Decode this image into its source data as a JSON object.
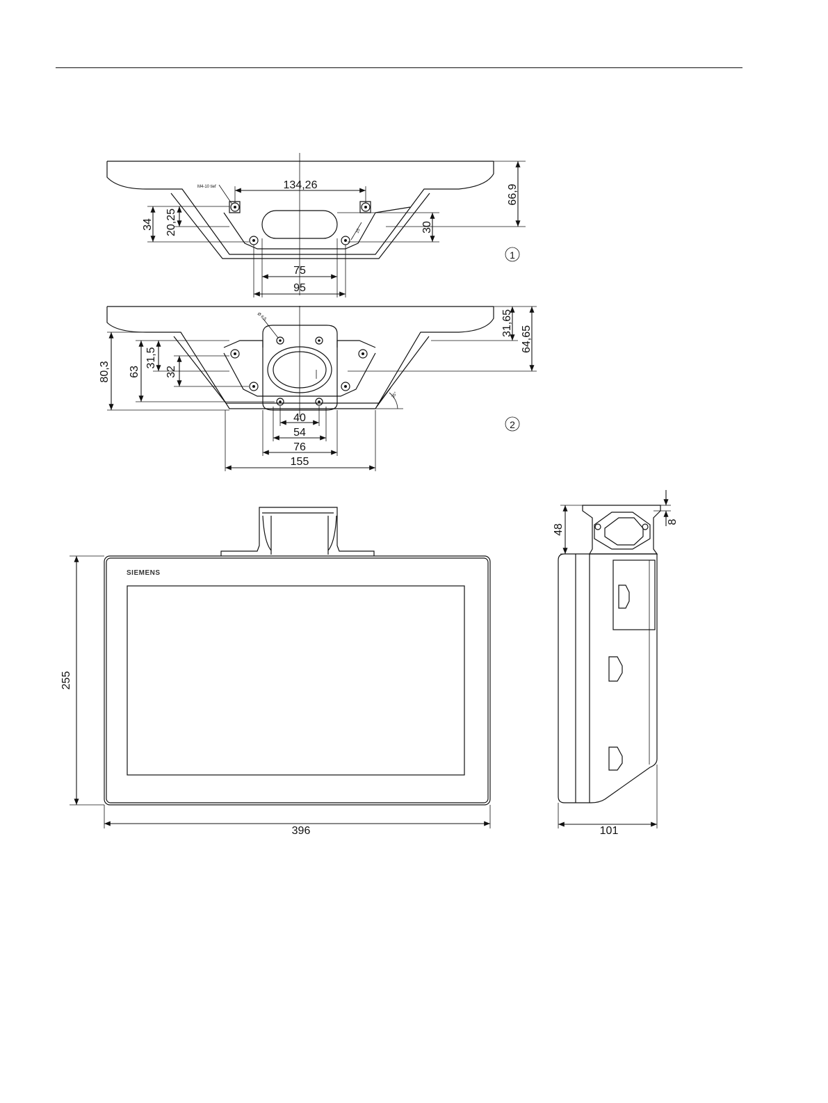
{
  "view1": {
    "callout": "1",
    "thread_note": "M4-10 tief",
    "dims": {
      "width_holes": "134,26",
      "height_total": "66,9",
      "offset_a": "34",
      "offset_b": "20,25",
      "height_c": "30",
      "inner_w": "75",
      "outer_w": "95",
      "small_dim": "15"
    }
  },
  "view2": {
    "callout": "2",
    "hole_note": "Ø 6,5",
    "dims": {
      "h1": "31,65",
      "h2": "64,65",
      "h3": "80,3",
      "h4": "63",
      "h5": "31,5",
      "h6": "32",
      "w1": "40",
      "w2": "54",
      "w3": "76",
      "w4": "155",
      "angle": "35°"
    }
  },
  "front": {
    "brand": "SIEMENS",
    "height": "255",
    "width": "396"
  },
  "side": {
    "height": "48",
    "gap": "8",
    "depth": "101"
  }
}
